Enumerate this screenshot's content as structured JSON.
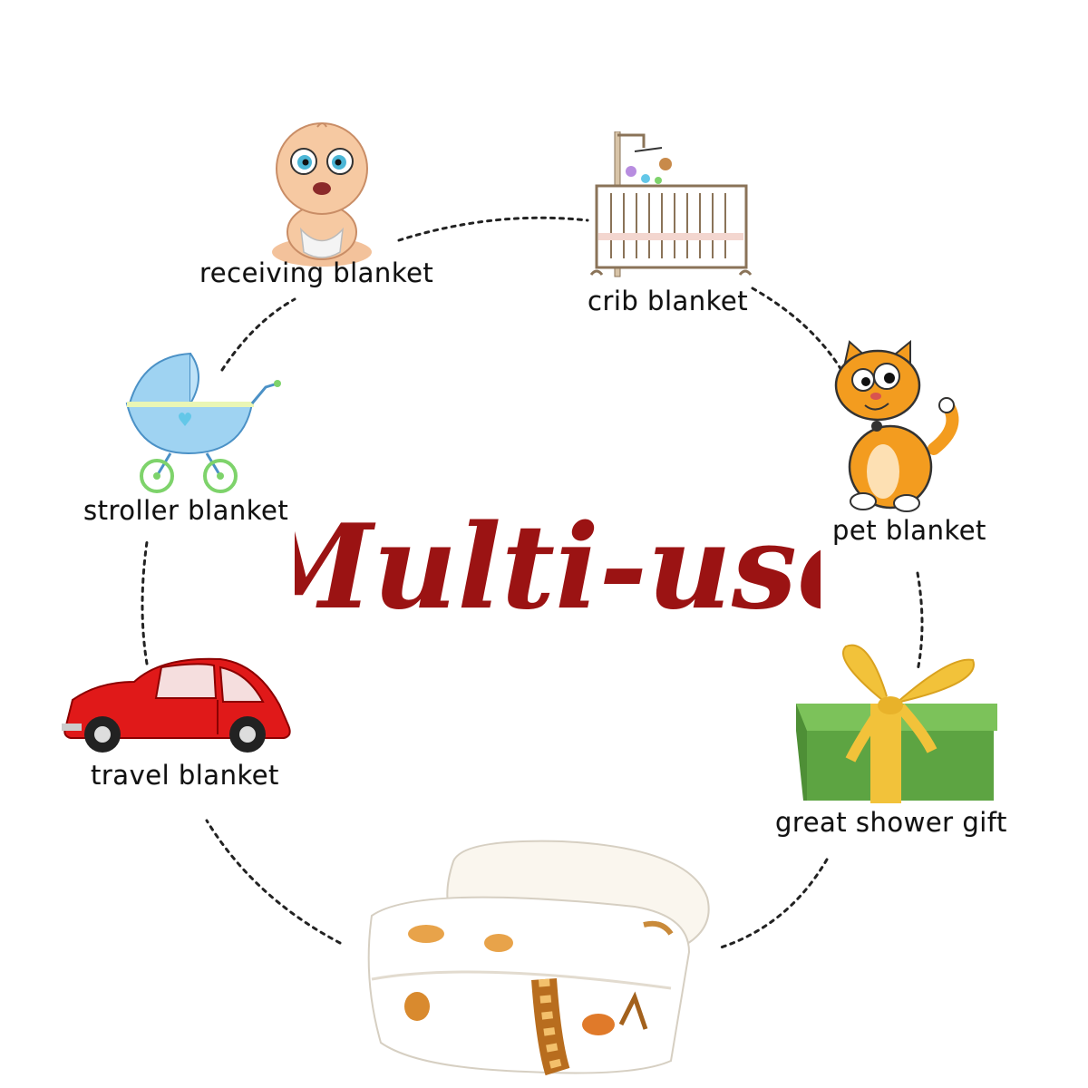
{
  "title": "Multi-use",
  "colors": {
    "title": "#9b1313",
    "dots": "#222222",
    "car": "#e01919",
    "gift_box": "#6ab04c",
    "ribbon": "#f2c23a",
    "cat": "#f39c1f",
    "stroller": "#9fd3f2",
    "crib": "#d8c4a8",
    "baby_skin": "#f6c9a2"
  },
  "items": [
    {
      "label": "receiving blanket",
      "icon": "baby-icon"
    },
    {
      "label": "crib blanket",
      "icon": "crib-icon"
    },
    {
      "label": "pet blanket",
      "icon": "cat-icon"
    },
    {
      "label": "great shower gift",
      "icon": "gift-icon"
    },
    {
      "label": "travel blanket",
      "icon": "car-icon"
    },
    {
      "label": "stroller blanket",
      "icon": "stroller-icon"
    }
  ]
}
